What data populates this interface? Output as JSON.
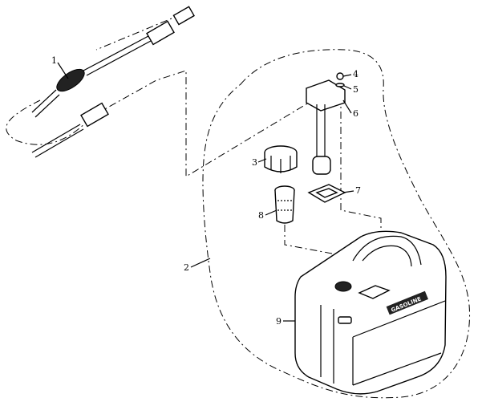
{
  "diagram": {
    "title": "",
    "callouts": [
      {
        "id": "1",
        "part": "primer-bulb-fuel-line"
      },
      {
        "id": "2",
        "part": "fuel-tank-assembly"
      },
      {
        "id": "3",
        "part": "tank-cap"
      },
      {
        "id": "4",
        "part": "screw"
      },
      {
        "id": "5",
        "part": "washer"
      },
      {
        "id": "6",
        "part": "fuel-gauge-pickup"
      },
      {
        "id": "7",
        "part": "gasket"
      },
      {
        "id": "8",
        "part": "filter"
      },
      {
        "id": "9",
        "part": "fuel-tank"
      }
    ],
    "tank_label": "GASOLINE"
  }
}
